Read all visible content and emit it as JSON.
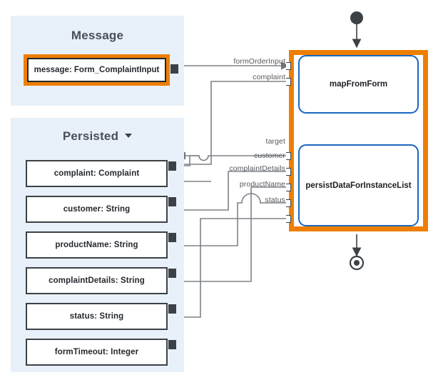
{
  "panels": {
    "message": {
      "title": "Message",
      "items": [
        {
          "label": "message: Form_ComplaintInput",
          "selected": true
        }
      ]
    },
    "persisted": {
      "title": "Persisted",
      "caret_icon": "chevron-down-icon",
      "items": [
        {
          "label": "complaint: Complaint"
        },
        {
          "label": "customer: String"
        },
        {
          "label": "productName: String"
        },
        {
          "label": "complaintDetails: String"
        },
        {
          "label": "status: String"
        },
        {
          "label": "formTimeout: Integer"
        }
      ]
    }
  },
  "flow": {
    "start_event": "start-event",
    "end_event": "end-event",
    "nodes": [
      {
        "label": "mapFromForm"
      },
      {
        "label": "persistDataForInstanceList"
      }
    ],
    "ports": [
      {
        "label": "formOrderInput",
        "node": "mapFromForm"
      },
      {
        "label": "complaint",
        "node": "mapFromForm"
      },
      {
        "label": "target",
        "node": "persistDataForInstanceList"
      },
      {
        "label": "customer",
        "node": "persistDataForInstanceList"
      },
      {
        "label": "complaintDetails",
        "node": "persistDataForInstanceList"
      },
      {
        "label": "productName",
        "node": "persistDataForInstanceList"
      },
      {
        "label": "status",
        "node": "persistDataForInstanceList"
      }
    ]
  },
  "colors": {
    "panel_background": "#e8f1f9",
    "highlight_orange": "#ee7f04",
    "node_blue": "#1867c0",
    "box_border": "#3c4146",
    "wire": "#7d8287",
    "text_dark": "#25292e",
    "label_gray": "#55595e"
  }
}
